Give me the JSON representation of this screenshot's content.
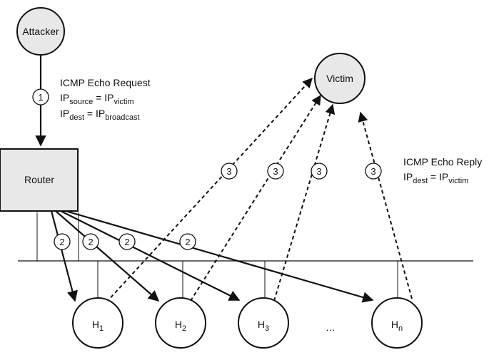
{
  "nodes": {
    "attacker": "Attacker",
    "victim": "Victim",
    "router": "Router",
    "hosts": [
      {
        "base": "H",
        "sub": "1"
      },
      {
        "base": "H",
        "sub": "2"
      },
      {
        "base": "H",
        "sub": "3"
      },
      {
        "base": "H",
        "sub": "n"
      }
    ],
    "ellipsis": "…"
  },
  "request": {
    "title": "ICMP Echo Request",
    "line1": {
      "lhs": "IP",
      "lhs_sub": "source",
      "eq": " = ",
      "rhs": "IP",
      "rhs_sub": "victim"
    },
    "line2": {
      "lhs": "IP",
      "lhs_sub": "dest",
      "eq": " = ",
      "rhs": "IP",
      "rhs_sub": "broadcast"
    }
  },
  "reply": {
    "title": "ICMP Echo Reply",
    "line1": {
      "lhs": "IP",
      "lhs_sub": "dest",
      "eq": " = ",
      "rhs": "IP",
      "rhs_sub": "victim"
    }
  },
  "steps": {
    "one": "1",
    "two": "2",
    "three": "3"
  },
  "colors": {
    "node_fill": "#e8e8e8",
    "stroke": "#111111",
    "background": "#ffffff"
  }
}
